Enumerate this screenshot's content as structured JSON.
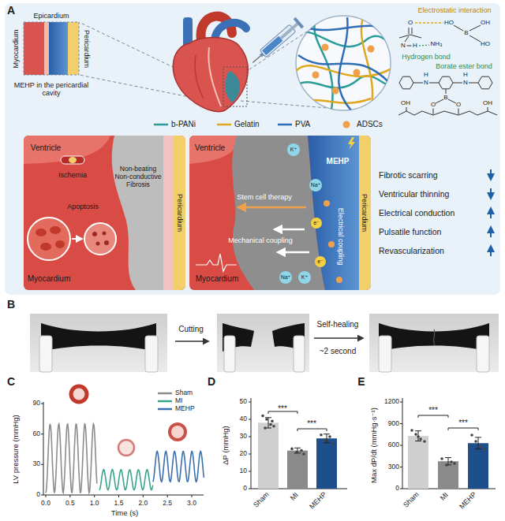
{
  "diagram": {
    "labels": [
      "A",
      "Epicardium",
      "Myocardium",
      "Pericardium",
      "MEHP in the pericardial cavity",
      "Electrostatic interaction",
      "Hydrogen bond",
      "Borate ester bond",
      "O",
      "N",
      "H",
      "HO",
      "B",
      "OH",
      "HO",
      "NH₃",
      "H",
      "N",
      "H",
      "N",
      "B",
      "O",
      "O",
      "OH",
      "OH",
      "Ventricle",
      "Ischemia",
      "Apoptosis",
      "Myocardium",
      "Pericardium",
      "Non-beating Non-conductive Fibrosis",
      "Ventricle",
      "MEHP",
      "Stem cell therapy",
      "Mechanical coupling",
      "Electrical coupling",
      "Myocardium",
      "Pericardium",
      "K⁺",
      "Na⁺",
      "e⁻",
      "e⁻",
      "Na⁺",
      "K⁺",
      "Fibrotic scarring",
      "Ventricular thinning",
      "Electrical conduction",
      "Pulsatile function",
      "Revascularization",
      "B",
      "Cutting",
      "Self-healing",
      "~2 second",
      "C",
      "LV pressure (mmHg)",
      "Time (s)",
      "0",
      "30",
      "60",
      "90",
      "0.0",
      "0.5",
      "1.0",
      "1.5",
      "2.0",
      "2.5",
      "3.0",
      "D",
      "ΔP (mmHg)",
      "0",
      "10",
      "20",
      "30",
      "40",
      "50",
      "Sham",
      "MI",
      "MEHP",
      "***",
      "***",
      "E",
      "Max dP/dt (mmHg·s⁻¹)",
      "0",
      "300",
      "600",
      "900",
      "1200",
      "Sham",
      "MI",
      "MEHP",
      "***",
      "***"
    ],
    "legend": [
      {
        "text": "b-PANi"
      },
      {
        "text": "Gelatin"
      },
      {
        "text": "PVA"
      },
      {
        "text": "ADSCs"
      },
      {
        "text": "Sham"
      },
      {
        "text": "MI"
      },
      {
        "text": "MEHP"
      }
    ]
  }
}
